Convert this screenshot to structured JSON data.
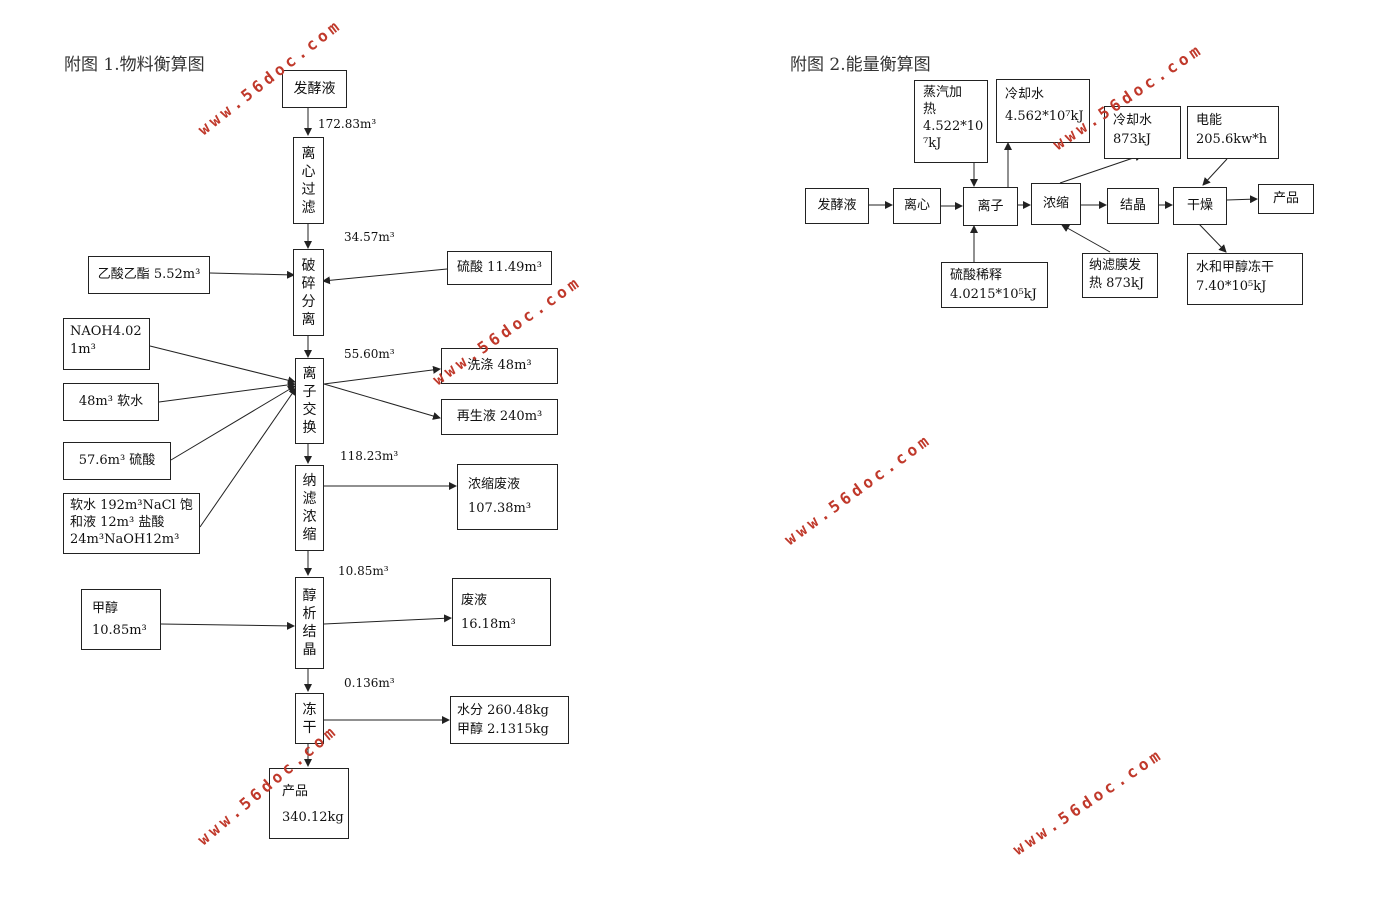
{
  "material": {
    "title": "附图 1.物料衡算图",
    "ferment": "发酵液",
    "flow1": "172.83m³",
    "centrifuge": "离心过滤",
    "flow2": "34.57m³",
    "crush": "破碎分离",
    "ethyl_acetate": "乙酸乙酯 5.52m³",
    "sulfuric": "硫酸 11.49m³",
    "flow3": "55.60m³",
    "naoh": "NAOH4.02\n1m³",
    "soft_water": "48m³ 软水",
    "h2so4": "57.6m³ 硫酸",
    "mix": "软水 192m³NaCl 饱\n和液 12m³ 盐酸\n24m³NaOH12m³",
    "ion": "离子交换",
    "wash": "洗涤 48m³",
    "regen": "再生液 240m³",
    "flow4": "118.23m³",
    "nano": "纳滤浓缩",
    "conc_waste": "浓缩废液\n107.38m³",
    "flow5": "10.85m³",
    "methanol": "甲醇\n10.85m³",
    "crystal": "醇析结晶",
    "waste": "废液\n16.18m³",
    "flow6": "0.136m³",
    "freeze": "冻干",
    "water_meth": "水分 260.48kg\n甲醇 2.1315kg",
    "product": "产品\n340.12kg"
  },
  "energy": {
    "title": "附图 2.能量衡算图",
    "ferment": "发酵液",
    "centrifuge": "离心",
    "ion": "离子",
    "concentrate": "浓缩",
    "crystal": "结晶",
    "dry": "干燥",
    "product": "产品",
    "steam": "蒸汽加\n热\n4.522*10\n⁷kJ",
    "cool1": "冷却水\n4.562*10⁷kJ",
    "cool2": "冷却水\n873kJ",
    "power": "电能\n205.6kw*h",
    "dilute": "硫酸稀释\n4.0215*10⁵kJ",
    "nano_heat": "纳滤膜发\n热 873kJ",
    "freeze_out": "水和甲醇冻干\n7.40*10⁵kJ"
  },
  "watermark": "www.56doc.com"
}
